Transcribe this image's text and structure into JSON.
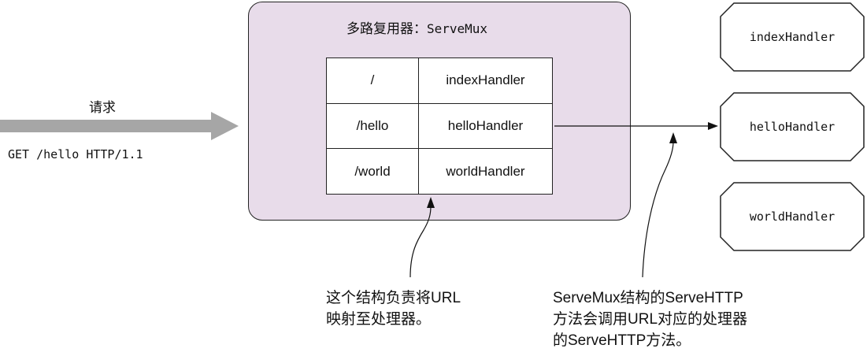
{
  "request": {
    "label": "请求",
    "line": "GET /hello HTTP/1.1"
  },
  "mux": {
    "title_cn": "多路复用器：",
    "title_code": "ServeMux",
    "routes": [
      {
        "path": "/",
        "handler": "indexHandler"
      },
      {
        "path": "/hello",
        "handler": "helloHandler"
      },
      {
        "path": "/world",
        "handler": "worldHandler"
      }
    ]
  },
  "handlers": [
    "indexHandler",
    "helloHandler",
    "worldHandler"
  ],
  "notes": {
    "note1": [
      "这个结构负责将URL",
      "映射至处理器。"
    ],
    "note2": [
      "ServeMux结构的ServeHTTP",
      "方法会调用URL对应的处理器",
      "的ServeHTTP方法。"
    ]
  },
  "colors": {
    "mux_fill": "#e8dcea",
    "arrow_gray": "#a6a6a6"
  }
}
